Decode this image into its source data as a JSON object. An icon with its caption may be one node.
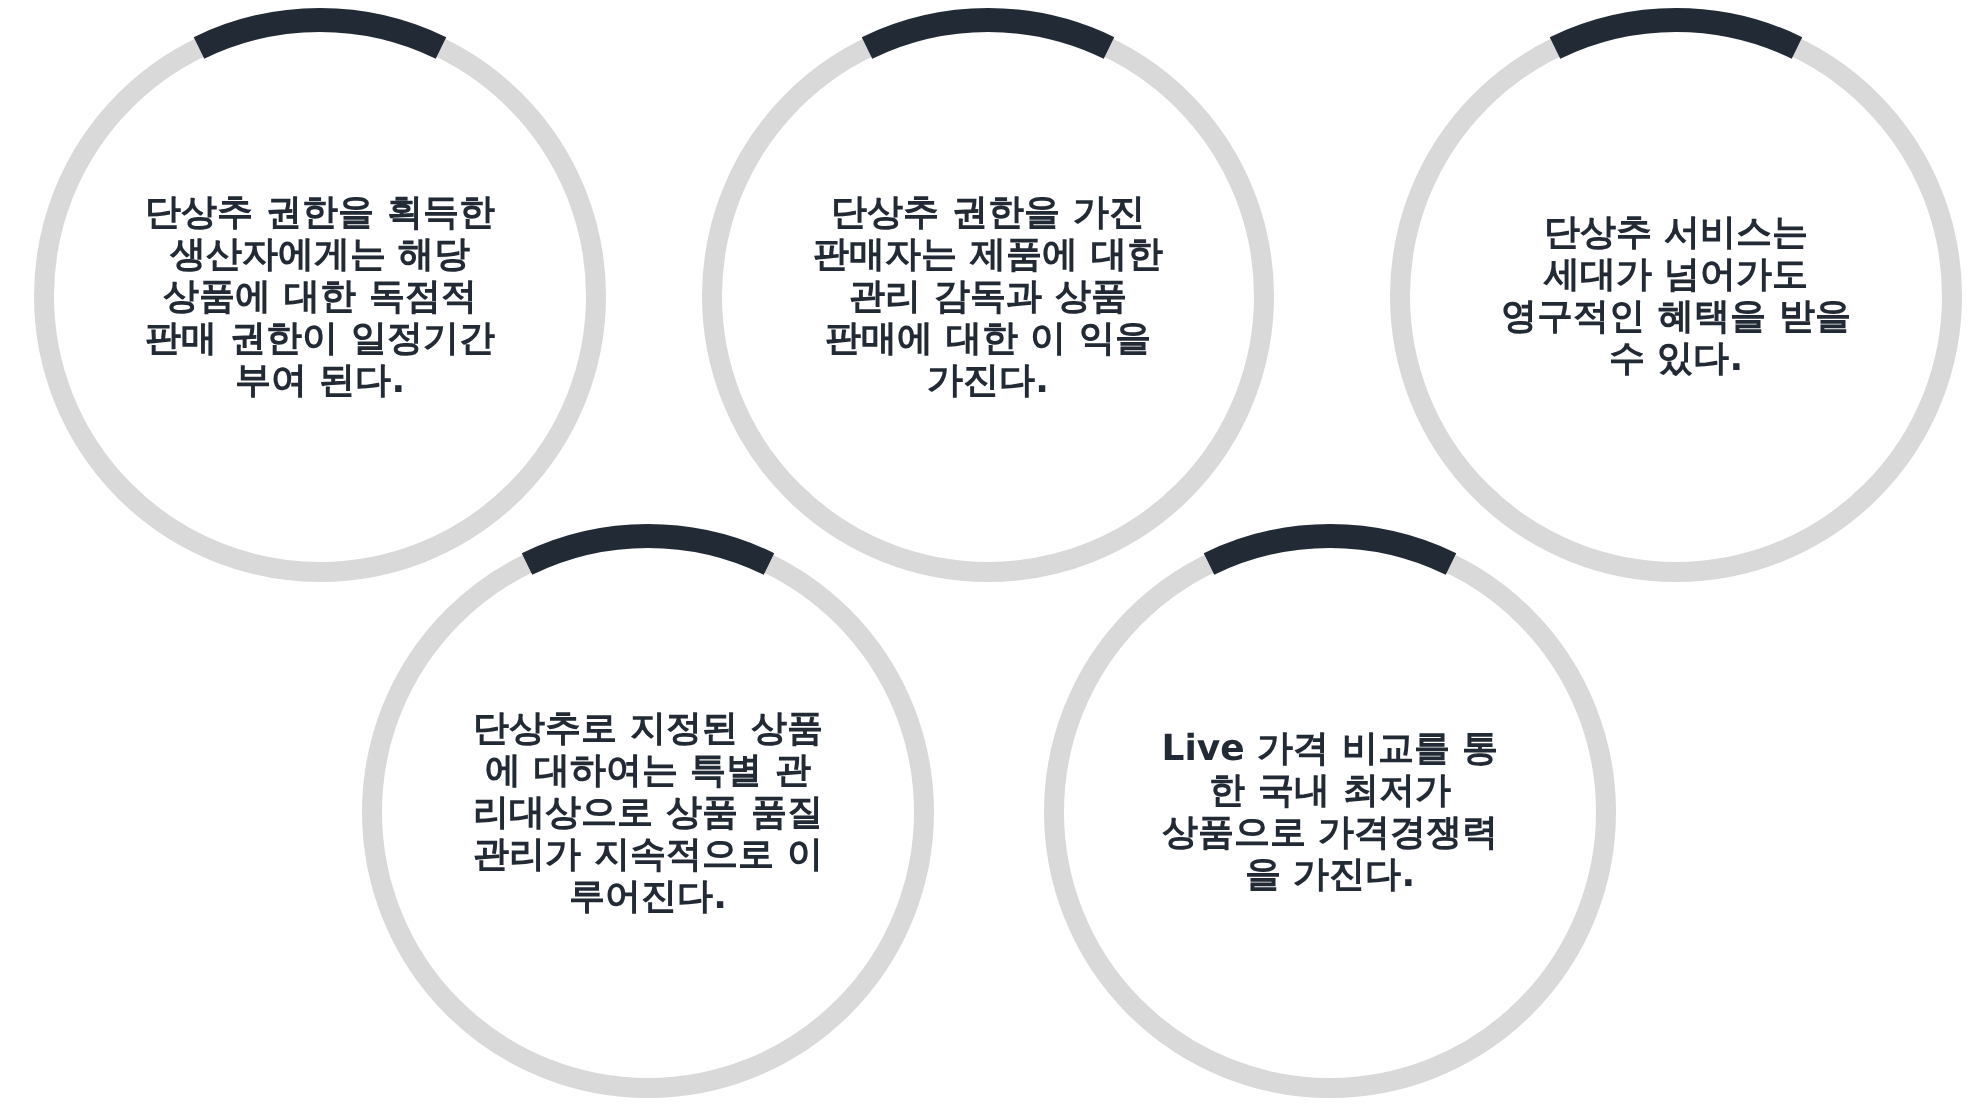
{
  "diagram": {
    "nodes": [
      {
        "text": [
          "단상추 권한을 획득한 생산자에게는 해당 상품에 대한 독점적 판매 권한이 일정기간 부여 된다."
        ]
      },
      {
        "text": [
          "단상추 권한을 가진 판매자는 제품에 대한 관리 감독과 상품 판매에 대한 이 익을 가진다."
        ]
      },
      {
        "text": [
          "단상추 서비스는 세대가 넘어가도 영구적인 혜택을 받을 수 있다."
        ]
      },
      {
        "text": [
          "단상추로 지정된 상품 에 대하여는 특별 관 리대상으로 상품 품질 관리가 지속적으로 이 루어진다."
        ]
      },
      {
        "text": [
          "Live 가격 비교를 통 한 국내 최저가 상품으로 가격경쟁력 을 가진다."
        ]
      }
    ]
  }
}
